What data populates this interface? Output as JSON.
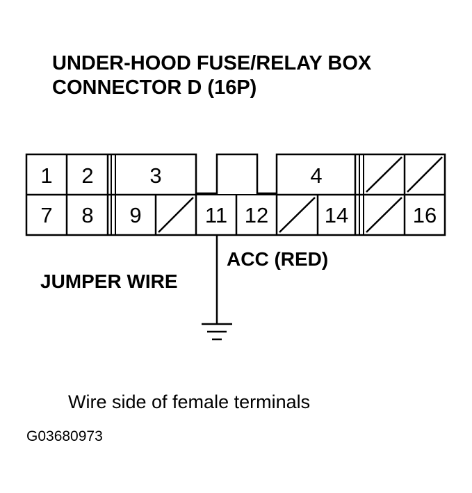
{
  "title": {
    "line1": "UNDER-HOOD FUSE/RELAY BOX",
    "line2": "CONNECTOR D (16P)"
  },
  "connector": {
    "pins": {
      "p1": "1",
      "p2": "2",
      "p3": "3",
      "p4": "4",
      "p7": "7",
      "p8": "8",
      "p9": "9",
      "p11": "11",
      "p12": "12",
      "p14": "14",
      "p16": "16"
    }
  },
  "labels": {
    "acc": "ACC (RED)",
    "jumper": "JUMPER WIRE"
  },
  "caption": "Wire side of female terminals",
  "figure_code": "G03680973"
}
